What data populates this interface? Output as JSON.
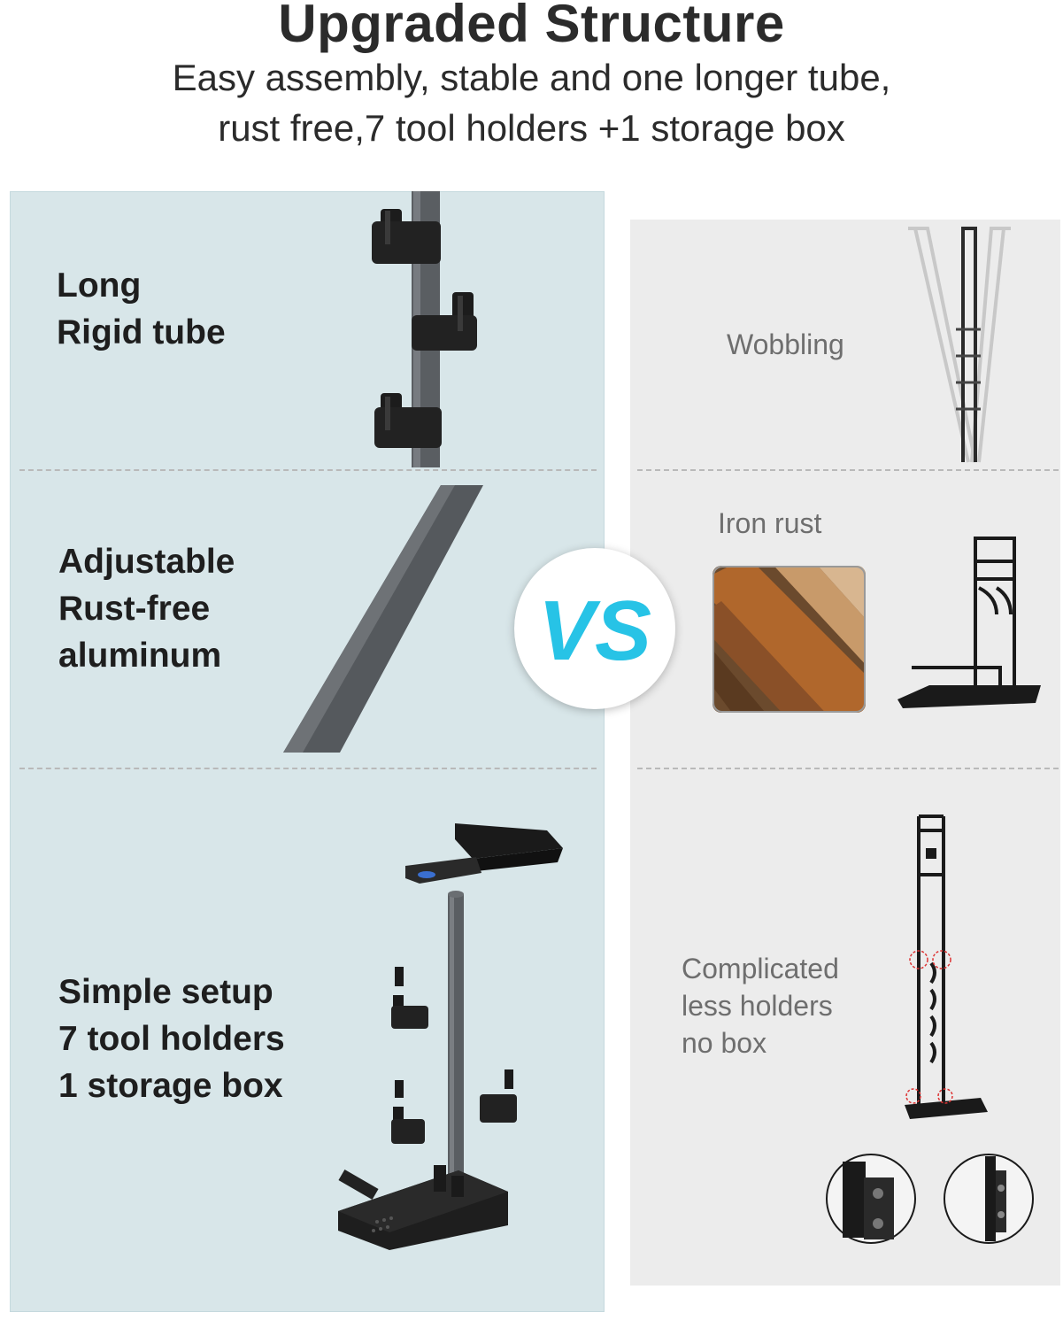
{
  "header": {
    "title": "Upgraded Structure",
    "subtitle_line1": "Easy assembly, stable and one longer tube,",
    "subtitle_line2": "rust free,7 tool holders +1 storage box"
  },
  "ours": {
    "feature1": {
      "line1": "Long",
      "line2": "Rigid tube"
    },
    "feature2": {
      "line1": "Adjustable",
      "line2": "Rust-free",
      "line3": "aluminum"
    },
    "feature3": {
      "line1": "Simple setup",
      "line2": "7 tool holders",
      "line3": "1 storage box"
    }
  },
  "others": {
    "con1": "Wobbling",
    "con2": "Iron rust",
    "con3": {
      "line1": "Complicated",
      "line2": "less holders",
      "line3": "no box"
    }
  },
  "vs_badge": {
    "text": "VS",
    "color": "#27c3e6"
  },
  "colors": {
    "left_panel": "#d8e6e9",
    "right_panel": "#ececec",
    "tube": "#55595d",
    "holder": "#1a1a1a",
    "rust": "#b0672c"
  },
  "icons": [
    "tube-with-holders-illustration",
    "aluminum-tube-illustration",
    "exploded-stand-illustration",
    "wobbling-stand-illustration",
    "rusty-pipes-photo",
    "iron-stand-illustration",
    "competitor-stand-illustration",
    "screw-joint-closeup"
  ]
}
